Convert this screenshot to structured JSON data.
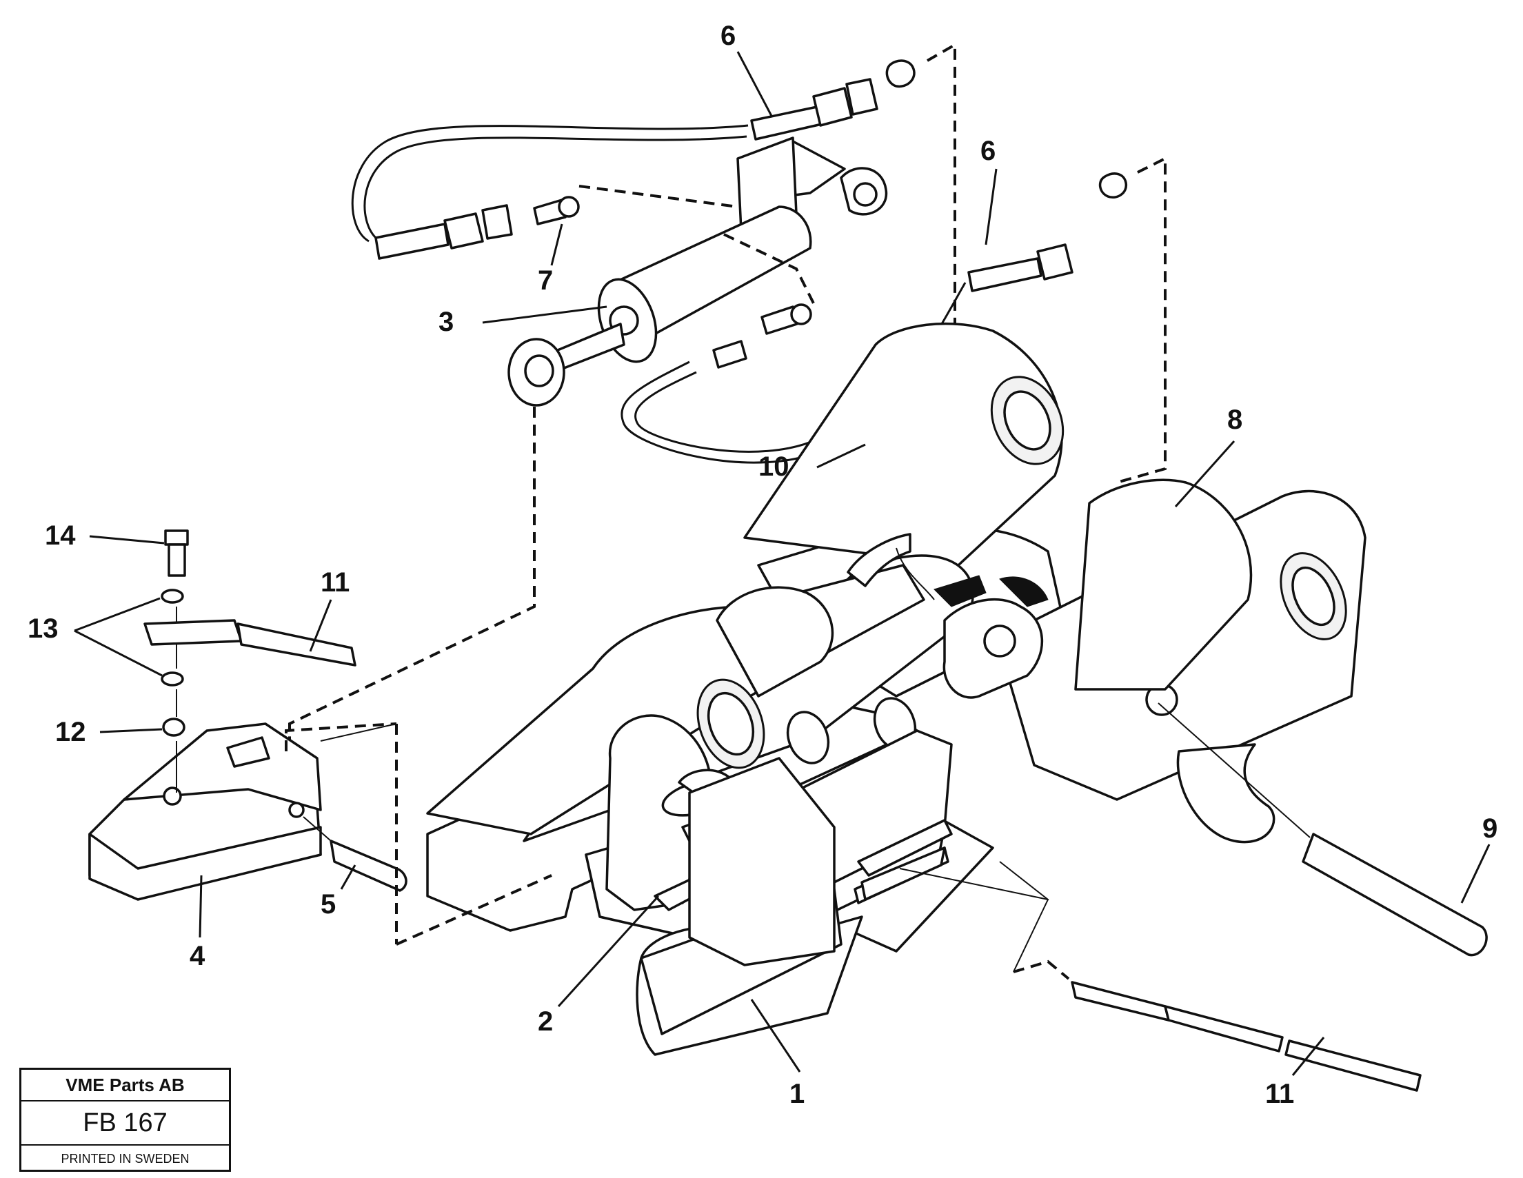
{
  "diagram": {
    "callouts": [
      {
        "id": "6a",
        "label": "6"
      },
      {
        "id": "6b",
        "label": "6"
      },
      {
        "id": "7",
        "label": "7"
      },
      {
        "id": "3",
        "label": "3"
      },
      {
        "id": "8",
        "label": "8"
      },
      {
        "id": "10",
        "label": "10"
      },
      {
        "id": "14",
        "label": "14"
      },
      {
        "id": "11a",
        "label": "11"
      },
      {
        "id": "13",
        "label": "13"
      },
      {
        "id": "12",
        "label": "12"
      },
      {
        "id": "9",
        "label": "9"
      },
      {
        "id": "5",
        "label": "5"
      },
      {
        "id": "4",
        "label": "4"
      },
      {
        "id": "2",
        "label": "2"
      },
      {
        "id": "1",
        "label": "1"
      },
      {
        "id": "11b",
        "label": "11"
      }
    ]
  },
  "title_block": {
    "company": "VME Parts AB",
    "code": "FB 167",
    "printed": "PRINTED IN SWEDEN"
  }
}
